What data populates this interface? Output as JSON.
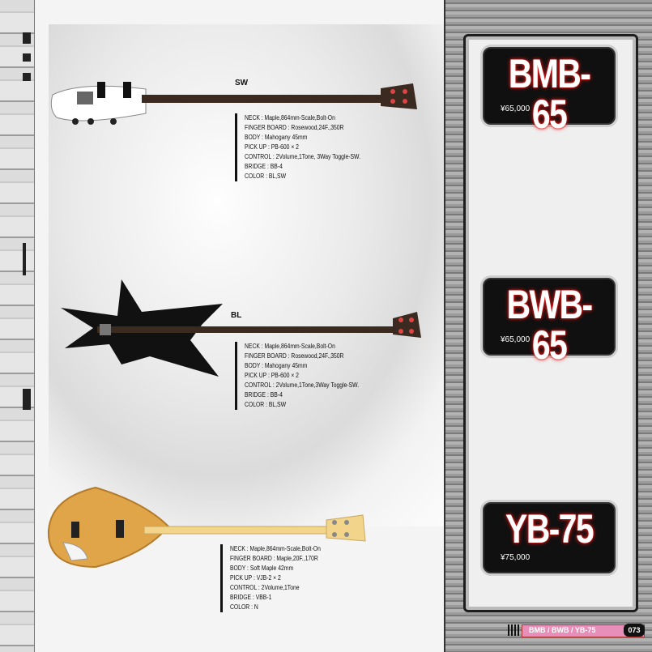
{
  "models": [
    {
      "name": "BMB-65",
      "price": "¥65,000"
    },
    {
      "name": "BWB-65",
      "price": "¥65,000"
    },
    {
      "name": "YB-75",
      "price": "¥75,000"
    }
  ],
  "guitars": [
    {
      "label": "SW",
      "specs": [
        "NECK : Maple,864mm-Scale,Bolt-On",
        "FINGER BOARD : Rosewood,24F.,350R",
        "BODY : Mahogany 45mm",
        "PICK UP : PB-600 × 2",
        "CONTROL : 2Volume,1Tone, 3Way Toggle-SW.",
        "BRIDGE : BB-4",
        "COLOR : BL,SW"
      ]
    },
    {
      "label": "BL",
      "specs": [
        "NECK : Maple,864mm-Scale,Bolt-On",
        "FINGER BOARD : Rosewood,24F.,350R",
        "BODY : Mahogany 45mm",
        "PICK UP : PB-600 × 2",
        "CONTROL : 2Volume,1Tone,3Way Toggle-SW.",
        "BRIDGE : BB-4",
        "COLOR : BL,SW"
      ]
    },
    {
      "label": "",
      "specs": [
        "NECK : Maple,864mm-Scale,Bolt-On",
        "FINGER BOARD : Maple,20F.,170R",
        "BODY : Soft Maple 42mm",
        "PICK UP : VJB-2 × 2",
        "CONTROL : 2Volume,1Tone",
        "BRIDGE : VBB-1",
        "COLOR : N"
      ]
    }
  ],
  "footer": {
    "section": "BMB / BWB / YB-75",
    "page": "073"
  },
  "colors": {
    "neon_red": "#e01818",
    "footer_pink": "#e78fb8",
    "card_black": "#101010"
  }
}
